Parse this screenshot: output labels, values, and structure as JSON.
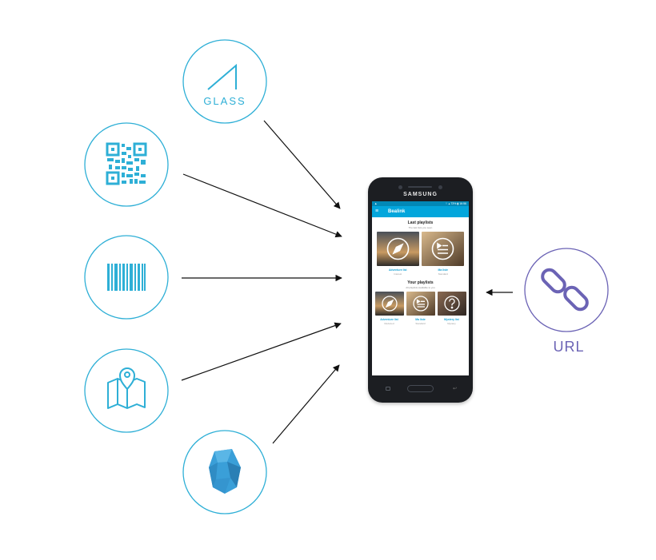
{
  "colors": {
    "accent": "#1aa3d6",
    "circle_border": "#2eafd6",
    "url_circle": "#6b63b5",
    "arrow": "#111111",
    "app_bar": "#03a6dc"
  },
  "sources": [
    {
      "name": "glass-source",
      "icon": "google-glass-icon",
      "label": "GLASS"
    },
    {
      "name": "qr-source",
      "icon": "qr-code-icon"
    },
    {
      "name": "barcode-source",
      "icon": "barcode-icon"
    },
    {
      "name": "map-source",
      "icon": "map-pin-icon"
    },
    {
      "name": "beacon-source",
      "icon": "beacon-icon"
    }
  ],
  "url_source": {
    "icon": "link-icon",
    "label": "URL"
  },
  "phone": {
    "brand": "SAMSUNG",
    "status_right": "⌔ ▴ 73% ▮ 16:56",
    "app_title": "Bealink",
    "last_section": {
      "title": "Last playlists",
      "subtitle": "The last lists you seen"
    },
    "your_section": {
      "title": "Your playlists",
      "subtitle": "All playlists available to you"
    },
    "last_cards": [
      {
        "title": "Adventure list",
        "sub": "Interest",
        "icon": "compass-icon"
      },
      {
        "title": "Ma liste",
        "sub": "Standard",
        "icon": "list-icon"
      }
    ],
    "your_cards": [
      {
        "title": "Adventure list",
        "sub": "Reduced",
        "icon": "compass-icon"
      },
      {
        "title": "Ma liste",
        "sub": "Standard",
        "icon": "list-icon"
      },
      {
        "title": "Mystery list",
        "sub": "Mystery",
        "icon": "question-icon"
      }
    ]
  }
}
